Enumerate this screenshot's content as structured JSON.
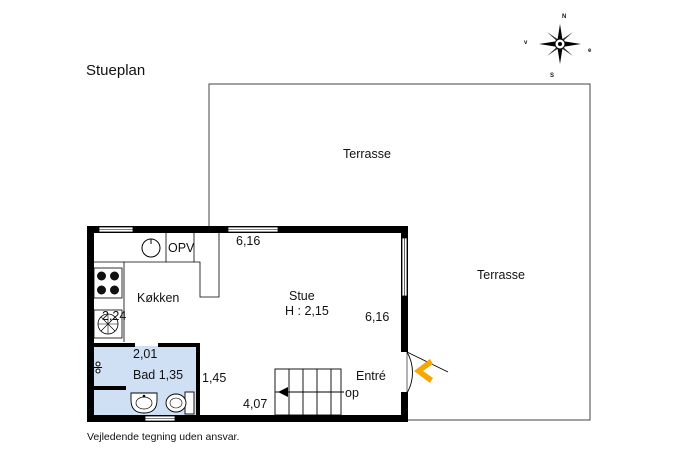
{
  "title": "Stueplan",
  "footer": "Vejledende tegning uden ansvar.",
  "compass": {
    "n": "N",
    "s": "S",
    "e": "e",
    "w": "v"
  },
  "labels": {
    "terrace_top": "Terrasse",
    "terrace_right": "Terrasse",
    "opv": "OPV",
    "living_width": "6,16",
    "kitchen_name": "Køkken",
    "kitchen_size": "2,24",
    "living_name": "Stue",
    "living_height": "H : 2,15",
    "living_depth": "6,16",
    "bath_width": "2,01",
    "bath_name": "Bad 1,35",
    "bath_depth": "1,45",
    "hall_name": "Entré",
    "stair_label": "op",
    "bottom_width": "4,07"
  },
  "colors": {
    "wall": "#000000",
    "bath_floor": "#cfe0f5",
    "entry_arrow": "#f5a800",
    "outline": "#444444"
  }
}
